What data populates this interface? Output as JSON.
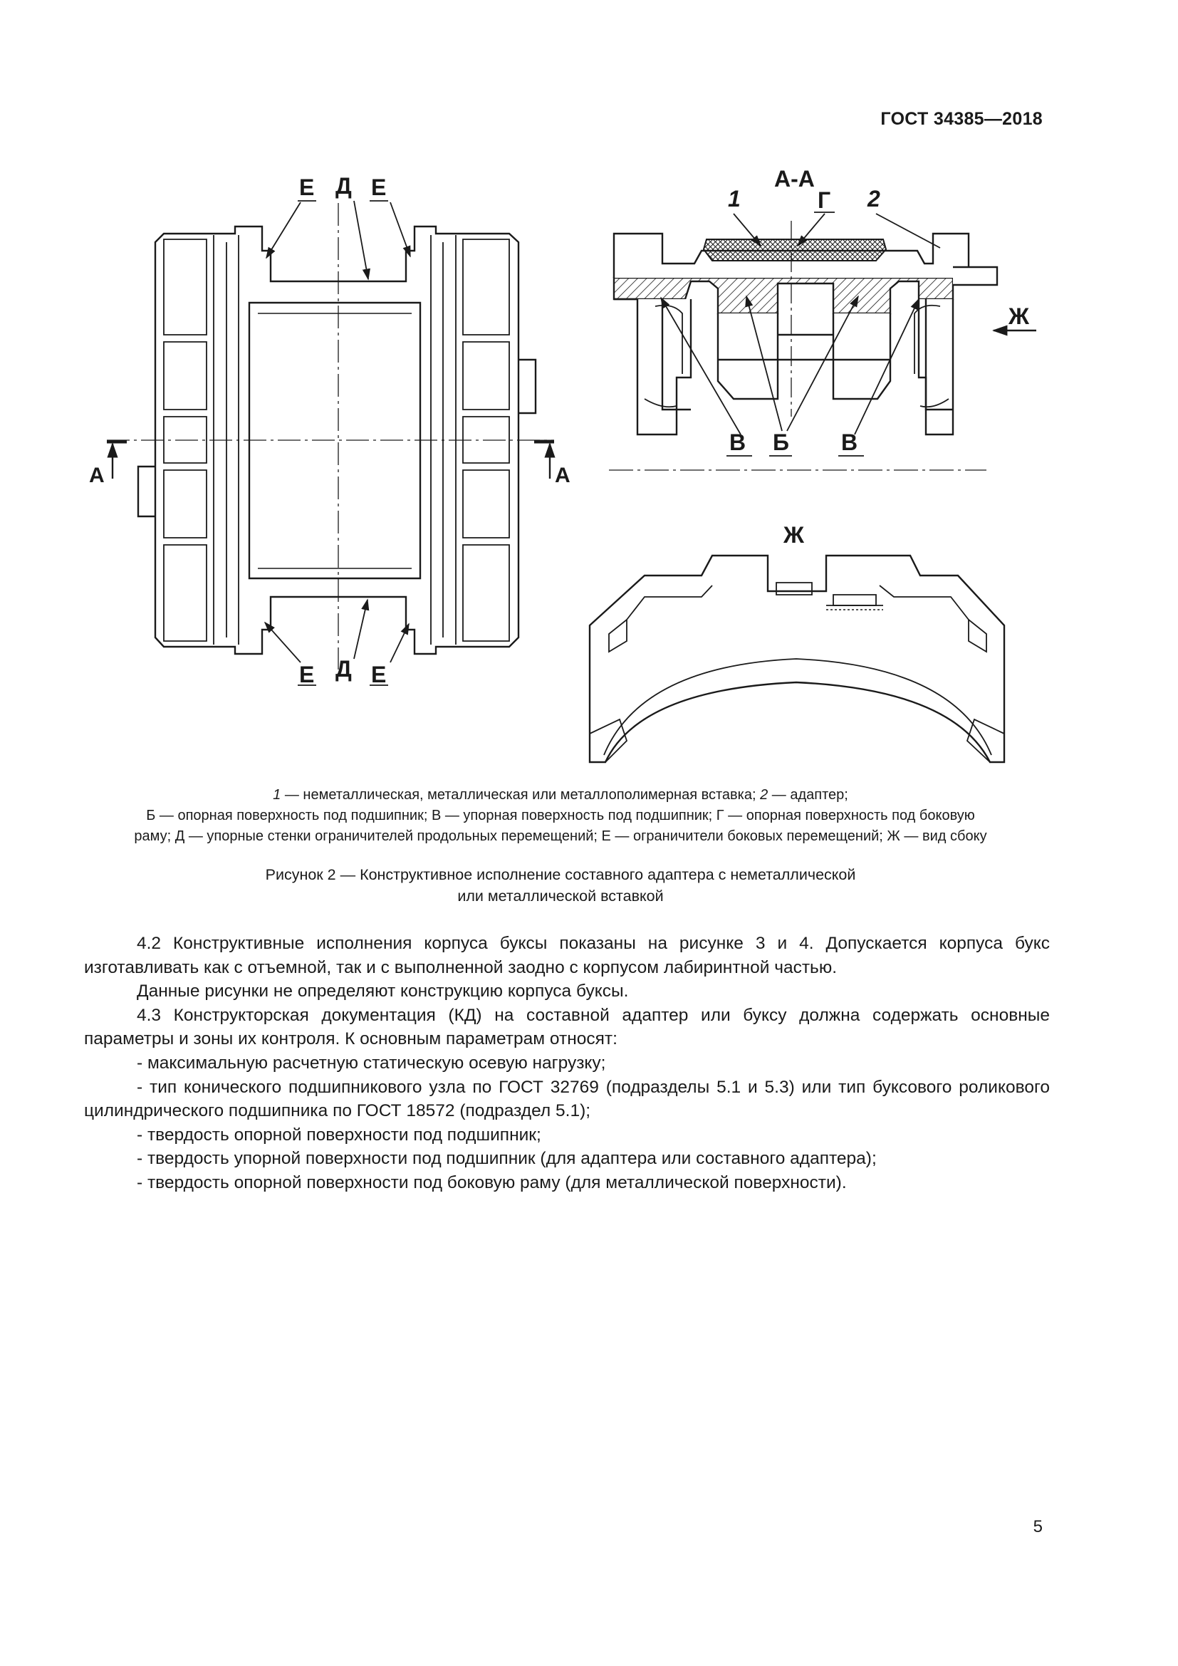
{
  "header": {
    "doc_id": "ГОСТ 34385—2018"
  },
  "figure": {
    "labels": {
      "e": "Е",
      "d": "Д",
      "section_title": "А-А",
      "section_mark": "А",
      "num1": "1",
      "num2": "2",
      "g": "Г",
      "v": "В",
      "b": "Б",
      "zh": "Ж"
    }
  },
  "legend": {
    "line1_item1": "1",
    "line1_text1": " — неметаллическая, металлическая или металлополимерная вставка; ",
    "line1_item2": "2",
    "line1_text2": " — адаптер;",
    "line2": "Б — опорная поверхность под подшипник; В — упорная поверхность под подшипник; Г — опорная поверхность под боковую",
    "line3": "раму; Д — упорные стенки ограничителей продольных перемещений; Е — ограничители боковых перемещений; Ж — вид сбоку"
  },
  "caption": {
    "line1": "Рисунок 2 — Конструктивное исполнение составного адаптера с неметаллической",
    "line2": "или металлической вставкой"
  },
  "body": {
    "paragraphs": [
      "4.2 Конструктивные исполнения корпуса буксы показаны на рисунке 3 и 4. Допускается корпуса букс изготавливать как с отъемной, так и с выполненной заодно с корпусом лабиринтной частью.",
      "Данные рисунки не определяют конструкцию корпуса буксы.",
      "4.3 Конструкторская документация (КД) на составной адаптер или буксу должна содержать основные параметры и зоны их контроля. К основным параметрам относят:",
      "- максимальную расчетную статическую осевую нагрузку;",
      "- тип конического подшипникового узла по ГОСТ 32769 (подразделы 5.1 и 5.3) или тип буксового роликового цилиндрического подшипника по ГОСТ 18572 (подраздел 5.1);",
      "- твердость опорной поверхности под подшипник;",
      "- твердость упорной поверхности под подшипник (для адаптера или составного адаптера);",
      "- твердость опорной поверхности под боковую раму (для металлической поверхности)."
    ]
  },
  "page_number": "5"
}
